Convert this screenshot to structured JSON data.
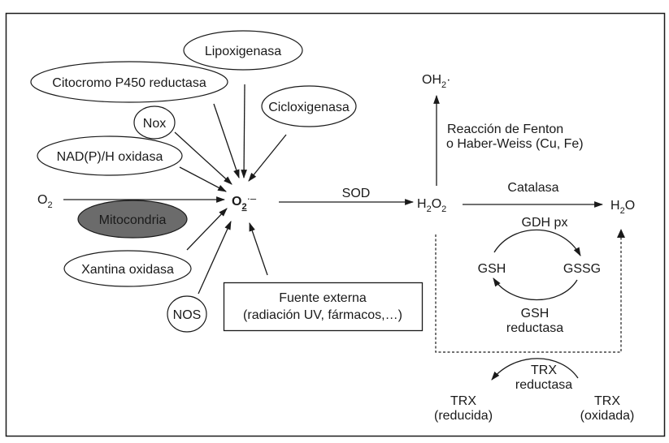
{
  "sources": {
    "lipoxigenasa": "Lipoxigenasa",
    "citocromo": "Citocromo P450 reductasa",
    "cicloxigenasa": "Cicloxigenasa",
    "nox": "Nox",
    "nadph": "NAD(P)/H oxidasa",
    "mitocondria": "Mitocondria",
    "xantina": "Xantina oxidasa",
    "nos": "NOS",
    "fuente_externa": {
      "line1": "Fuente externa",
      "line2": "(radiación UV, fármacos,…)"
    }
  },
  "species": {
    "o2": {
      "base": "O",
      "sub": "2"
    },
    "superoxide": {
      "base": "O",
      "sub": "2",
      "sup": "·–"
    },
    "h2o2": {
      "h": "H",
      "sub1": "2",
      "o": "O",
      "sub2": "2"
    },
    "h2o": {
      "h": "H",
      "sub": "2",
      "o": "O"
    },
    "oh2": {
      "base": "OH",
      "sub": "2",
      "suffix": "·"
    },
    "gsh": "GSH",
    "gssg": "GSSG",
    "trx_reducida": {
      "line1": "TRX",
      "line2": "(reducida)"
    },
    "trx_oxidada": {
      "line1": "TRX",
      "line2": "(oxidada)"
    }
  },
  "enzymes": {
    "sod": "SOD",
    "catalasa": "Catalasa",
    "fenton_line1": "Reacción de Fenton",
    "fenton_line2": "o Haber-Weiss (Cu, Fe)",
    "gdh_px": "GDH px",
    "gsh_reductasa_line1": "GSH",
    "gsh_reductasa_line2": "reductasa",
    "trx_reductasa_line1": "TRX",
    "trx_reductasa_line2": "reductasa"
  },
  "colors": {
    "ink": "#1a1a1a",
    "mitocondria_fill": "#6b6b6b",
    "background": "#ffffff"
  }
}
